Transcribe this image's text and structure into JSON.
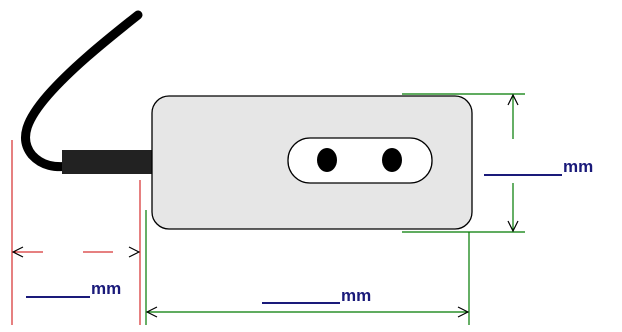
{
  "labels": {
    "height_unit": "mm",
    "cable_unit": "mm",
    "length_unit": "mm"
  },
  "colors": {
    "device_fill": "#e6e6e6",
    "outline": "#000000",
    "cable": "#000000",
    "red_dimension": "#cc0000",
    "green_dimension": "#007a00",
    "blank_line": "#1a1a7a",
    "label_text": "#1a1a7a"
  },
  "icons": {
    "socket": "two-pin-socket-icon",
    "cable": "power-cable-icon"
  }
}
